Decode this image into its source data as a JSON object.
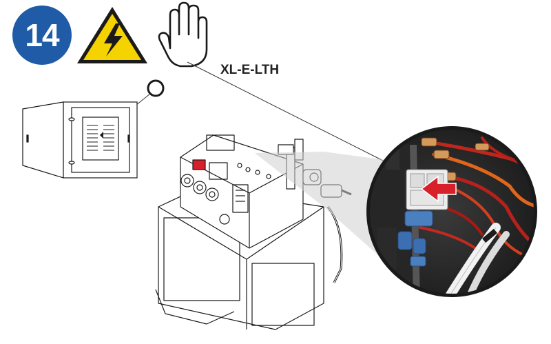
{
  "step": {
    "number": "14"
  },
  "model_label": "XL-E-LTH",
  "icons": {
    "step_badge": "numbered-step-circle",
    "warning": "electrical-hazard-triangle-icon",
    "hand": "stop-hand-icon",
    "power_switch": "power-off-circle-icon",
    "breaker_panel": "breaker-panel-icon",
    "arrow": "red-arrow-icon"
  },
  "colors": {
    "badge_blue": "#1f5ba6",
    "warning_yellow": "#f5d300",
    "arrow_red": "#d8202a",
    "line": "#222222"
  }
}
